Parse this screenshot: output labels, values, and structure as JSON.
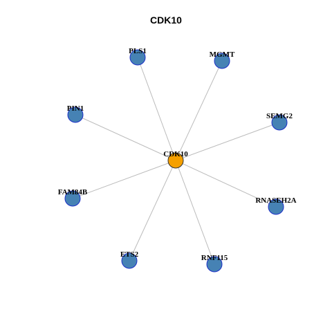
{
  "title": "CDK10",
  "colors": {
    "center_fill": "#F5A000",
    "center_stroke": "#333333",
    "node_fill": "#4682B4",
    "node_stroke": "#1C2FC8",
    "edge": "#BBBBBB"
  },
  "center": {
    "label": "CDK10"
  },
  "neighbors": [
    {
      "label": "PLS1"
    },
    {
      "label": "MGMT"
    },
    {
      "label": "SEMG2"
    },
    {
      "label": "RNASEH2A"
    },
    {
      "label": "RNF115"
    },
    {
      "label": "ETS2"
    },
    {
      "label": "FAM84B"
    },
    {
      "label": "PIN1"
    }
  ]
}
